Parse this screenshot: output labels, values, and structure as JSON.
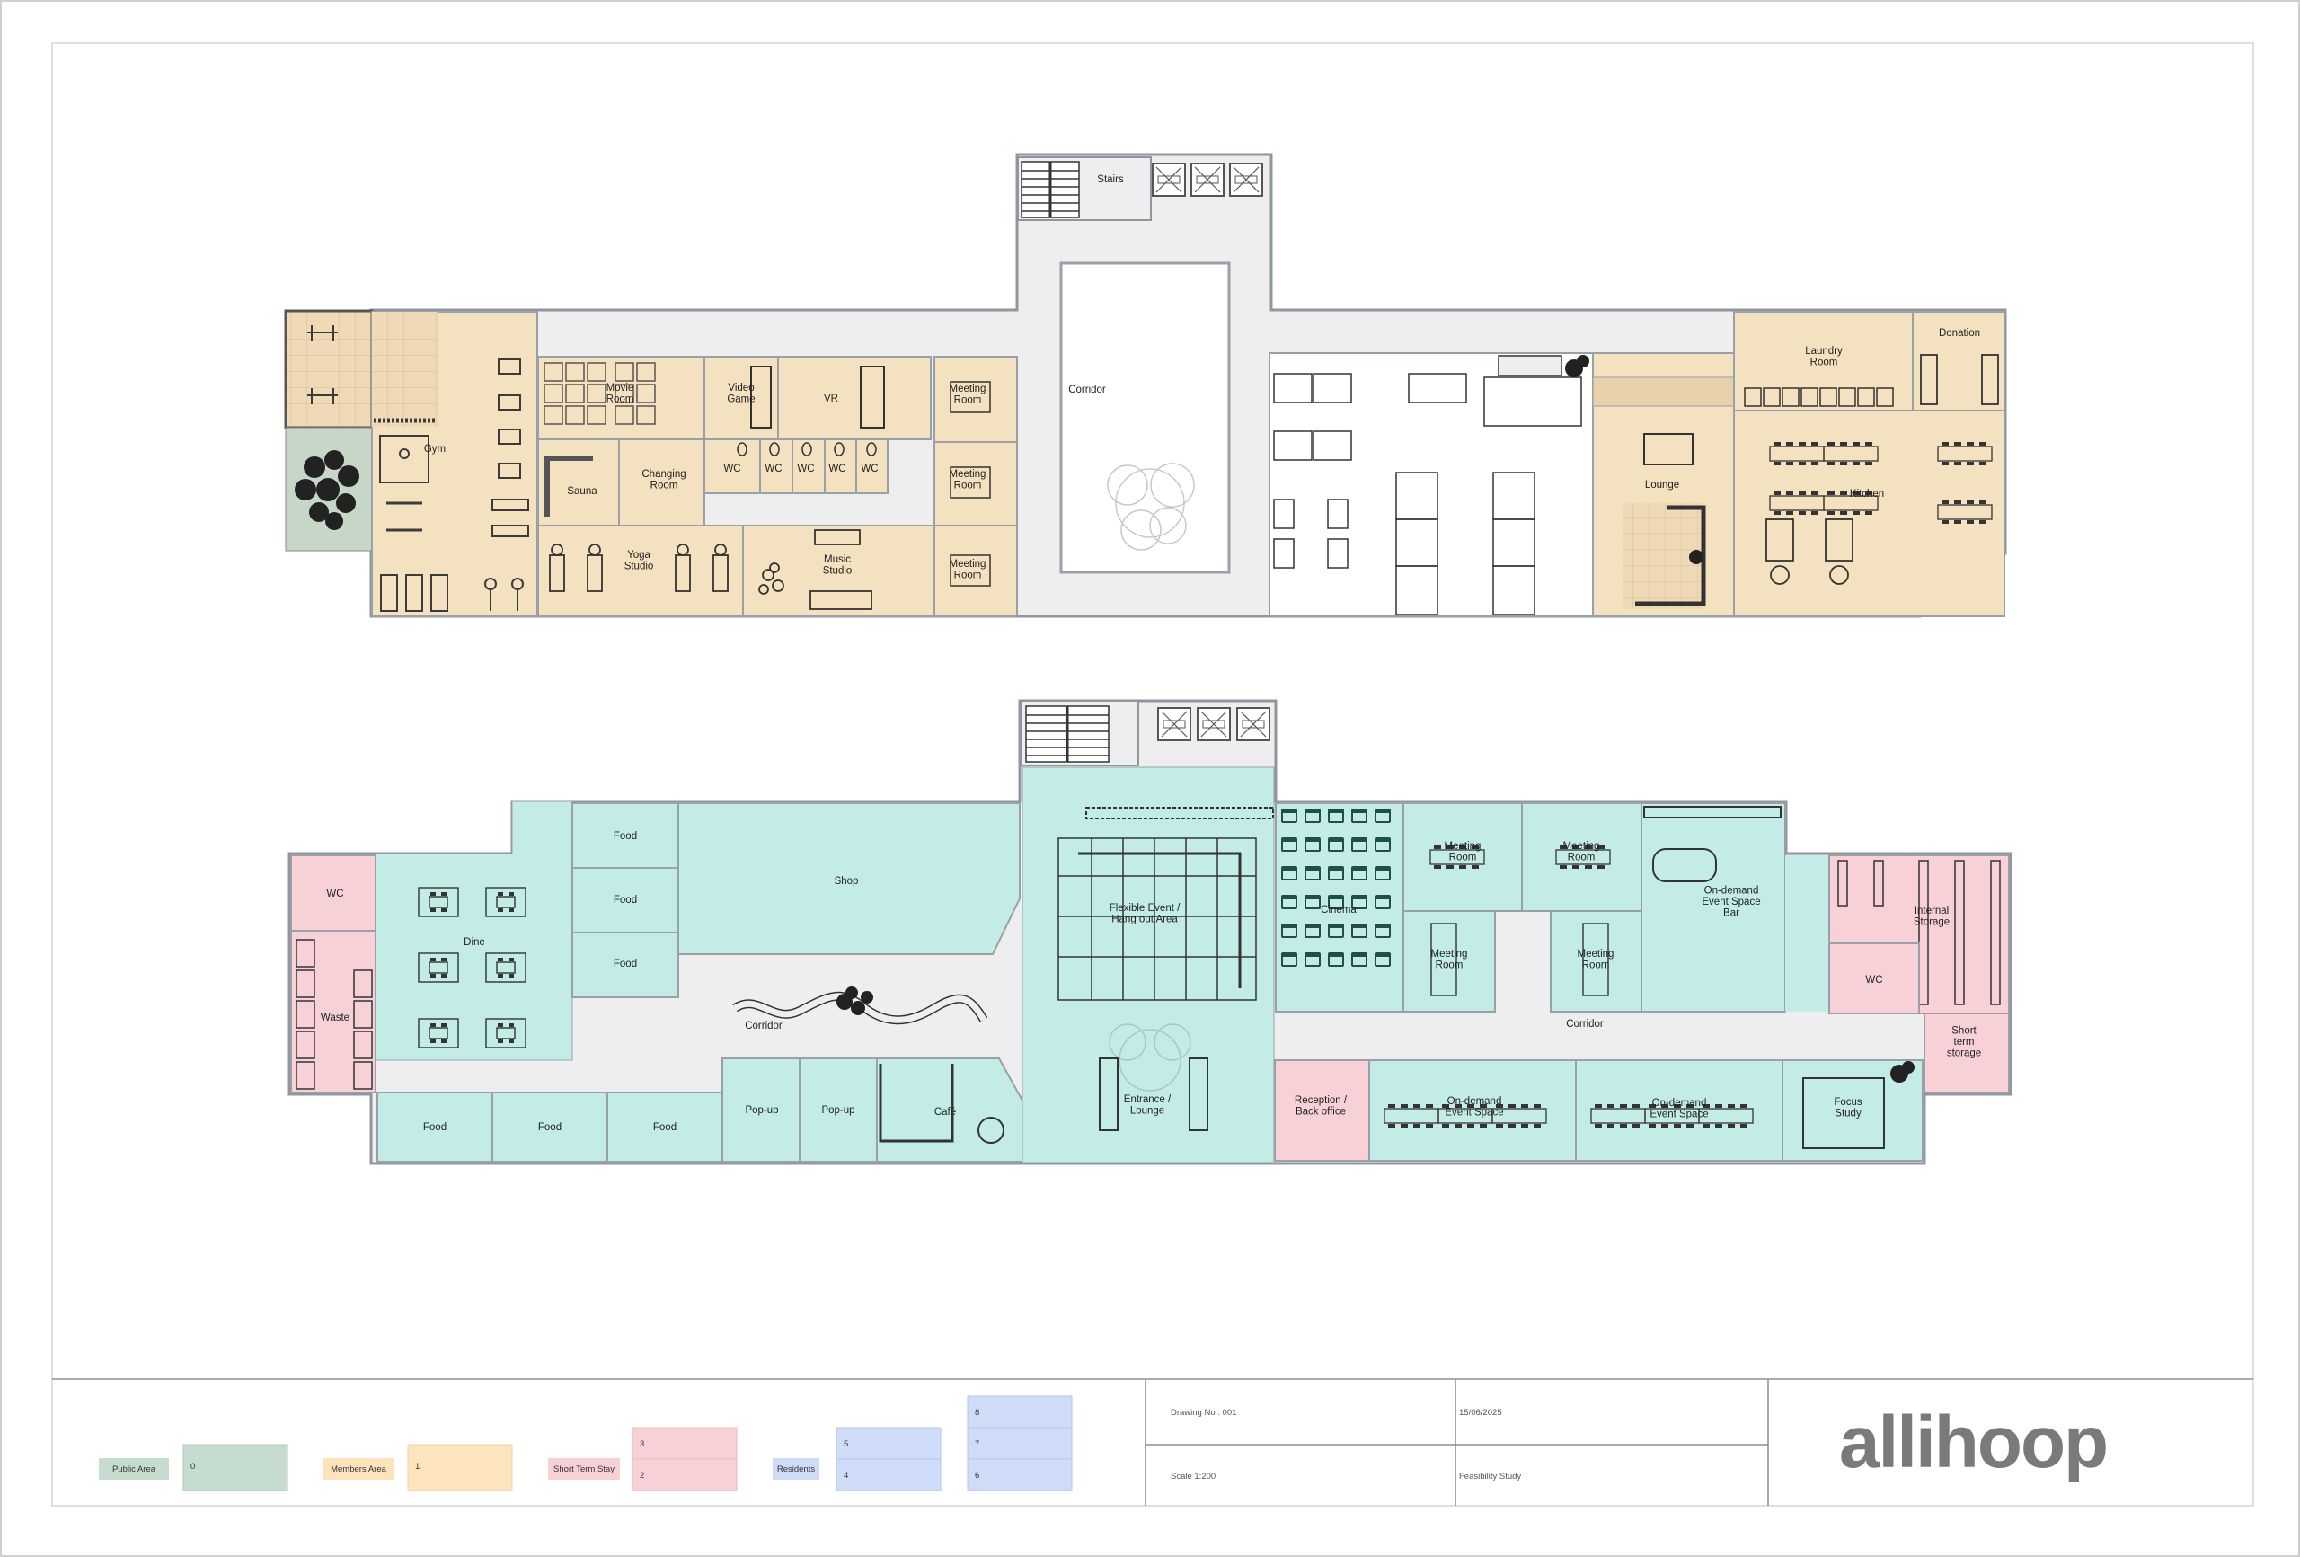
{
  "colors": {
    "public": "#c3ece7",
    "public_legend": "#c6dccf",
    "members": "#f3e1c0",
    "members_legend": "#fde4bd",
    "short_term": "#f8d1d6",
    "residents": "#cfdcf8",
    "corridor": "#eeeeee",
    "wall": "#8f96a0",
    "furniture": "#3b3b3b",
    "logo": "#7a7a7a"
  },
  "upper_floor": {
    "rooms": {
      "stairs": "Stairs",
      "gym": "Gym",
      "movie_room": "Movie\nRoom",
      "video_game": "Video\nGame",
      "vr": "VR",
      "meeting_room_1": "Meeting\nRoom",
      "meeting_room_2": "Meeting\nRoom",
      "meeting_room_3": "Meeting\nRoom",
      "sauna": "Sauna",
      "changing_room": "Changing\nRoom",
      "wc_1": "WC",
      "wc_2": "WC",
      "wc_3": "WC",
      "wc_4": "WC",
      "wc_5": "WC",
      "yoga_studio": "Yoga\nStudio",
      "music_studio": "Music\nStudio",
      "corridor": "Corridor",
      "laundry_room": "Laundry\nRoom",
      "donation": "Donation",
      "lounge": "Lounge",
      "kitchen": "Kitchen"
    }
  },
  "ground_floor": {
    "rooms": {
      "food_1": "Food",
      "food_2": "Food",
      "food_3": "Food",
      "shop": "Shop",
      "wc_left": "WC",
      "dine": "Dine",
      "waste": "Waste",
      "corridor_left": "Corridor",
      "food_4": "Food",
      "food_5": "Food",
      "food_6": "Food",
      "popup_1": "Pop-up",
      "popup_2": "Pop-up",
      "cafe": "Café",
      "flexible_event": "Flexible Event /\nHang out Area",
      "entrance_lounge": "Entrance /\nLounge",
      "cinema": "Cinema",
      "meeting_room_a": "Meeting\nRoom",
      "meeting_room_b": "Meeting\nRoom",
      "meeting_room_c": "Meeting\nRoom",
      "meeting_room_d": "Meeting\nRoom",
      "on_demand_bar": "On-demand\nEvent Space\nBar",
      "internal_storage": "Internal\nStorage",
      "wc_right": "WC",
      "corridor_right": "Corridor",
      "short_term_storage": "Short\nterm\nstorage",
      "reception": "Reception /\nBack office",
      "on_demand_1": "On-demand\nEvent Space",
      "on_demand_2": "On-demand\nEvent Space",
      "focus_study": "Focus\nStudy"
    }
  },
  "legend": {
    "public": {
      "label": "Public Area",
      "floor": "0"
    },
    "members": {
      "label": "Members Area",
      "floor": "1"
    },
    "short_term": {
      "label": "Short Term Stay",
      "floors": [
        "3",
        "2"
      ]
    },
    "residents": {
      "label": "Residents",
      "floors": [
        "5",
        "4",
        "8",
        "7",
        "6"
      ]
    }
  },
  "title_block": {
    "drawing_no": "Drawing No : 001",
    "date": "15/06/2025",
    "scale": "Scale 1:200",
    "status": "Feasibility Study",
    "logo": "allihoop"
  }
}
